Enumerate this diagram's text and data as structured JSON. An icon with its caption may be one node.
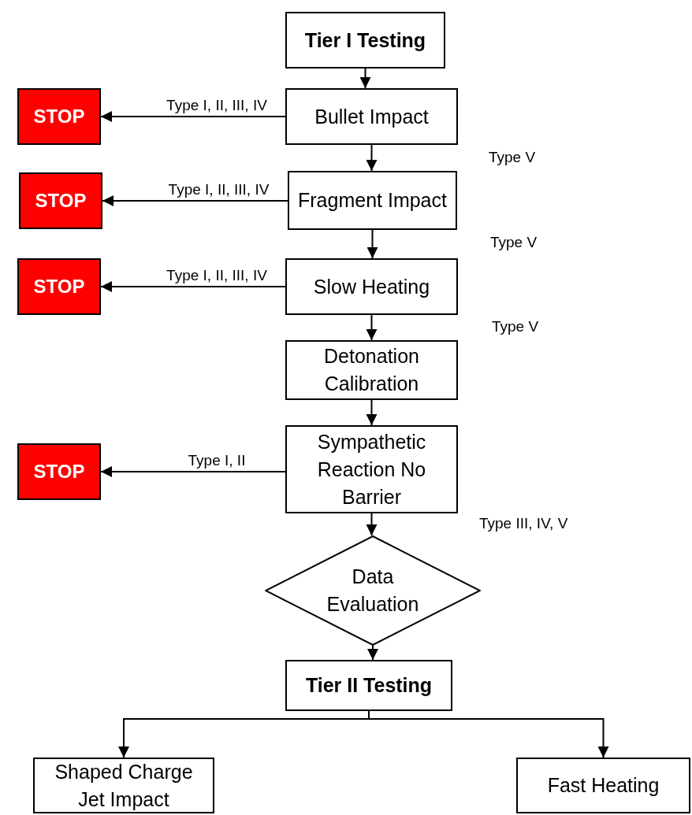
{
  "diagram": {
    "nodes": [
      {
        "text": [
          "Tier I Testing"
        ]
      },
      {
        "text": [
          "Bullet Impact"
        ]
      },
      {
        "text": [
          "STOP"
        ]
      },
      {
        "text": [
          "Fragment Impact"
        ]
      },
      {
        "text": [
          "STOP"
        ]
      },
      {
        "text": [
          "Slow Heating"
        ]
      },
      {
        "text": [
          "STOP"
        ]
      },
      {
        "text": [
          "Detonation Calibration"
        ]
      },
      {
        "text": [
          "Sympathetic Reaction No Barrier"
        ]
      },
      {
        "text": [
          "STOP"
        ]
      },
      {
        "text": [
          "Data Evaluation"
        ]
      },
      {
        "text": [
          "Tier II Testing"
        ]
      },
      {
        "text": [
          "Shaped Charge Jet Impact"
        ]
      },
      {
        "text": [
          "Fast Heating"
        ]
      }
    ],
    "edges": [
      {
        "from": 0,
        "to": 1,
        "arrow": "to"
      },
      {
        "from": 1,
        "to": 2,
        "arrow": "to",
        "label": "Type I, II, III, IV"
      },
      {
        "from": 1,
        "to": 3,
        "arrow": "to"
      },
      {
        "from": 3,
        "to": 4,
        "arrow": "to",
        "label": "Type I, II, III, IV"
      },
      {
        "from": 3,
        "to": 5,
        "arrow": "to"
      },
      {
        "from": 5,
        "to": 6,
        "arrow": "to",
        "label": "Type I, II, III, IV"
      },
      {
        "from": 5,
        "to": 7,
        "arrow": "to"
      },
      {
        "from": 7,
        "to": 8,
        "arrow": "to"
      },
      {
        "from": 8,
        "to": 9,
        "arrow": "to",
        "label": "Type I, II"
      },
      {
        "from": 8,
        "to": 10,
        "arrow": "to"
      },
      {
        "from": 10,
        "to": 11,
        "arrow": "to"
      },
      {
        "from": 11,
        "to": 12,
        "arrow": "to"
      },
      {
        "from": 11,
        "to": 13,
        "arrow": "to"
      }
    ],
    "labels": [
      "Type V",
      "Type V",
      "Type V",
      "Type III, IV, V"
    ]
  }
}
